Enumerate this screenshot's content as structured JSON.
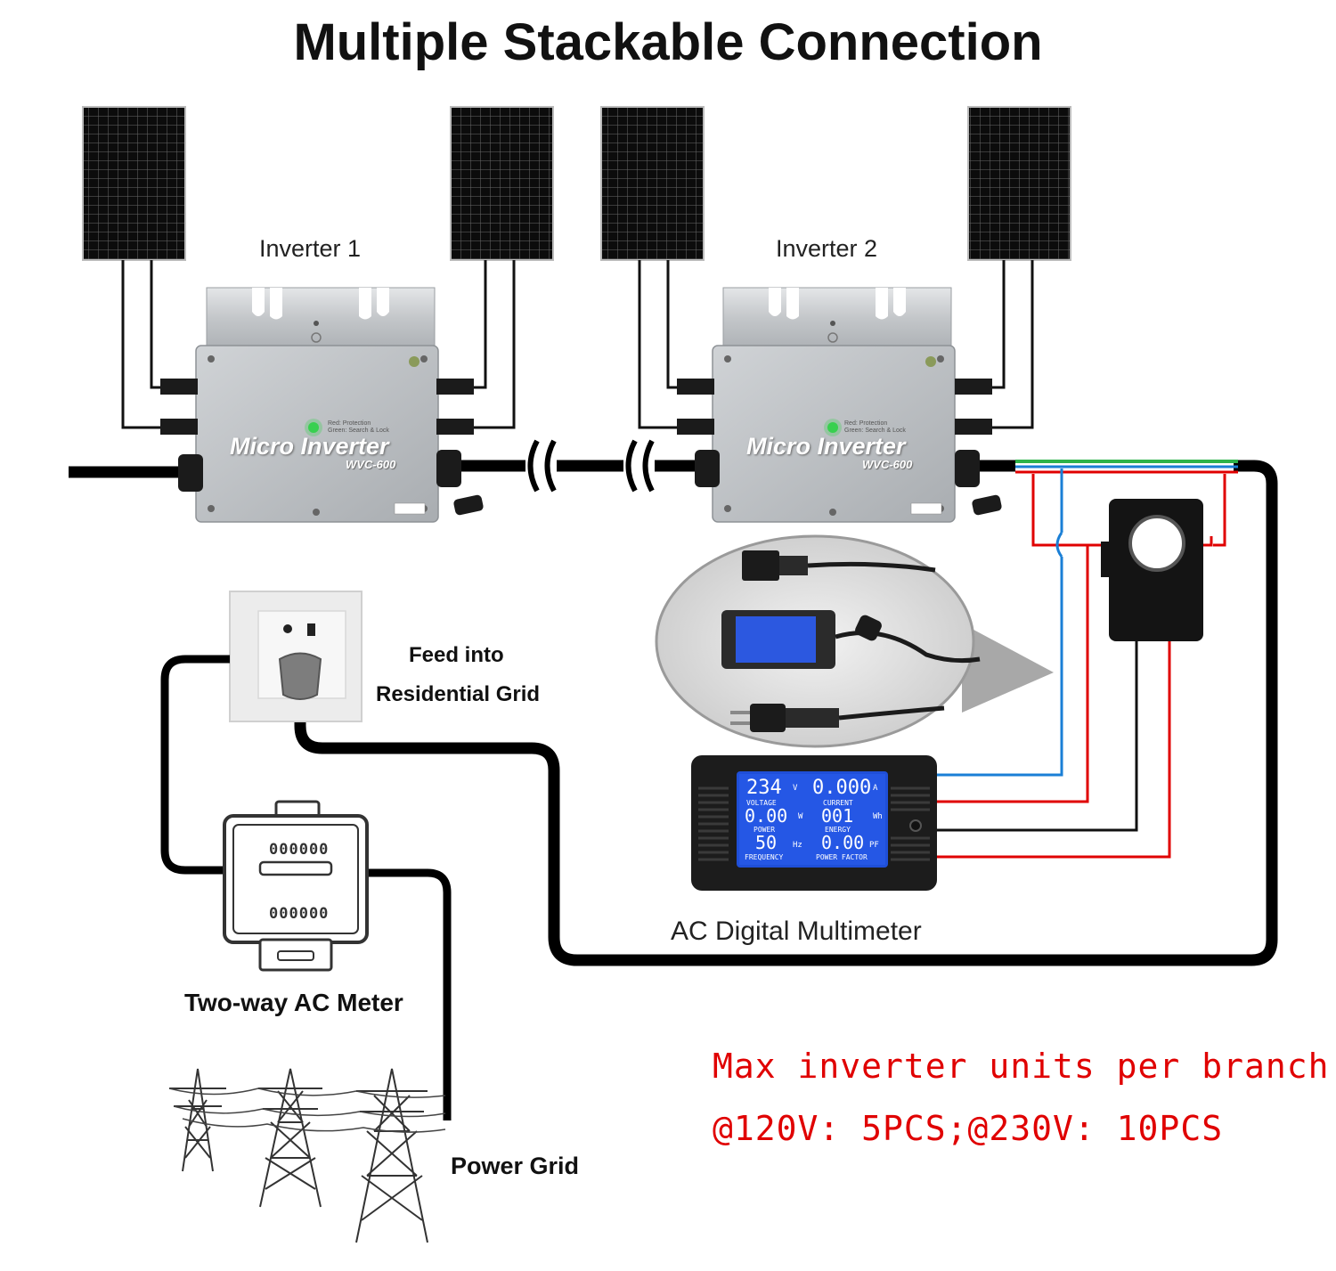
{
  "title": "Multiple Stackable Connection",
  "inverters": [
    {
      "label": "Inverter 1",
      "brand": "Micro Inverter",
      "model": "WVC-600",
      "led_text_1": "Red: Protection",
      "led_text_2": "Green: Search & Lock"
    },
    {
      "label": "Inverter 2",
      "brand": "Micro Inverter",
      "model": "WVC-600",
      "led_text_1": "Red: Protection",
      "led_text_2": "Green: Search & Lock"
    }
  ],
  "outlet_label": {
    "line1": "Feed into",
    "line2": "Residential Grid"
  },
  "ac_meter_label": "Two-way AC Meter",
  "ac_meter_digits": [
    "000000",
    "000000"
  ],
  "power_grid_label": "Power Grid",
  "multimeter_label": "AC Digital Multimeter",
  "multimeter_display": {
    "voltage": "234",
    "voltage_unit": "V",
    "voltage_name": "VOLTAGE",
    "current": "0.000",
    "current_unit": "A",
    "current_name": "CURRENT",
    "power": "0.00",
    "power_unit": "W",
    "power_name": "POWER",
    "energy": "001",
    "energy_unit": "Wh",
    "energy_name": "ENERGY",
    "frequency": "50",
    "frequency_unit": "Hz",
    "frequency_name": "FREQUENCY",
    "pf": "0.00",
    "pf_unit": "PF",
    "pf_name": "POWER FACTOR"
  },
  "note": {
    "line1": "Max inverter units per branch:",
    "line2": "@120V: 5PCS;@230V: 10PCS"
  },
  "colors": {
    "cable": "#000000",
    "live": "#e00000",
    "neutral": "#1a7fd6",
    "earth": "#2db34a",
    "note": "#e00000",
    "lcd": "#1f4fd8"
  }
}
